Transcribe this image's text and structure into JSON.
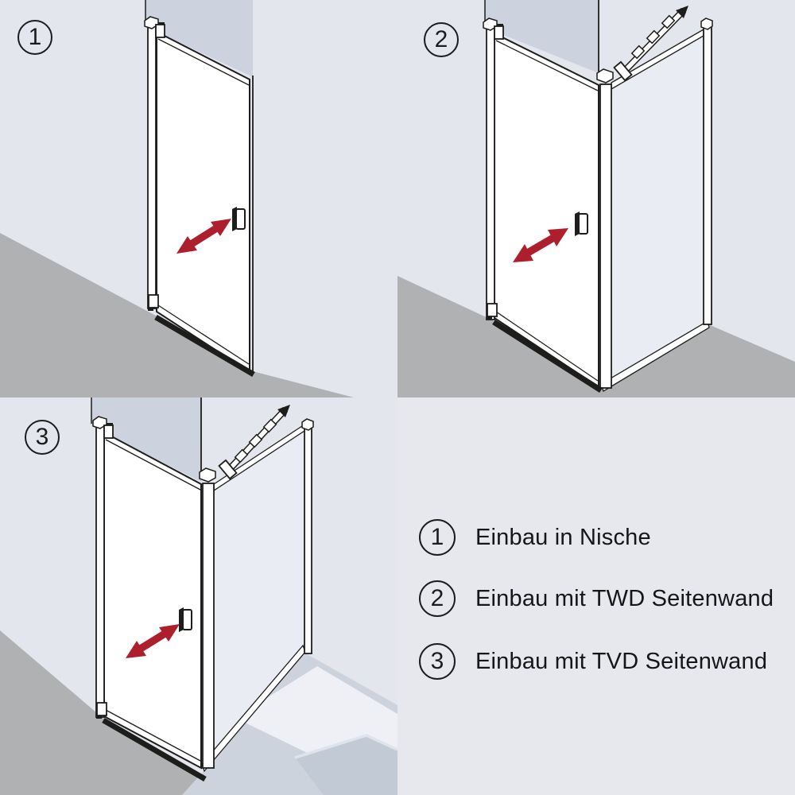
{
  "figure": {
    "type": "installation-options-diagram",
    "subject": "shower door mounting variants"
  },
  "colors": {
    "wall": "#e3e6ed",
    "wall_shadow": "#ccd2de",
    "floor": "#b0b1b3",
    "glass": "#e9ecf2",
    "tray_band": "#ccd3dd",
    "tray_surface": "#eef0f5",
    "drain": "#c2cad5",
    "outline": "#1d1d1b",
    "arrow_red": "#ad1f2d",
    "door": "#ffffff"
  },
  "panels": [
    {
      "badge": "1",
      "description": "Einbau in Nische"
    },
    {
      "badge": "2",
      "description": "Einbau mit TWD Seitenwand"
    },
    {
      "badge": "3",
      "description": "Einbau mit TVD Seitenwand"
    }
  ],
  "legend": {
    "items": [
      {
        "badge": "1",
        "label": "Einbau in Nische"
      },
      {
        "badge": "2",
        "label": "Einbau mit TWD Seitenwand"
      },
      {
        "badge": "3",
        "label": "Einbau mit TVD Seitenwand"
      }
    ]
  }
}
